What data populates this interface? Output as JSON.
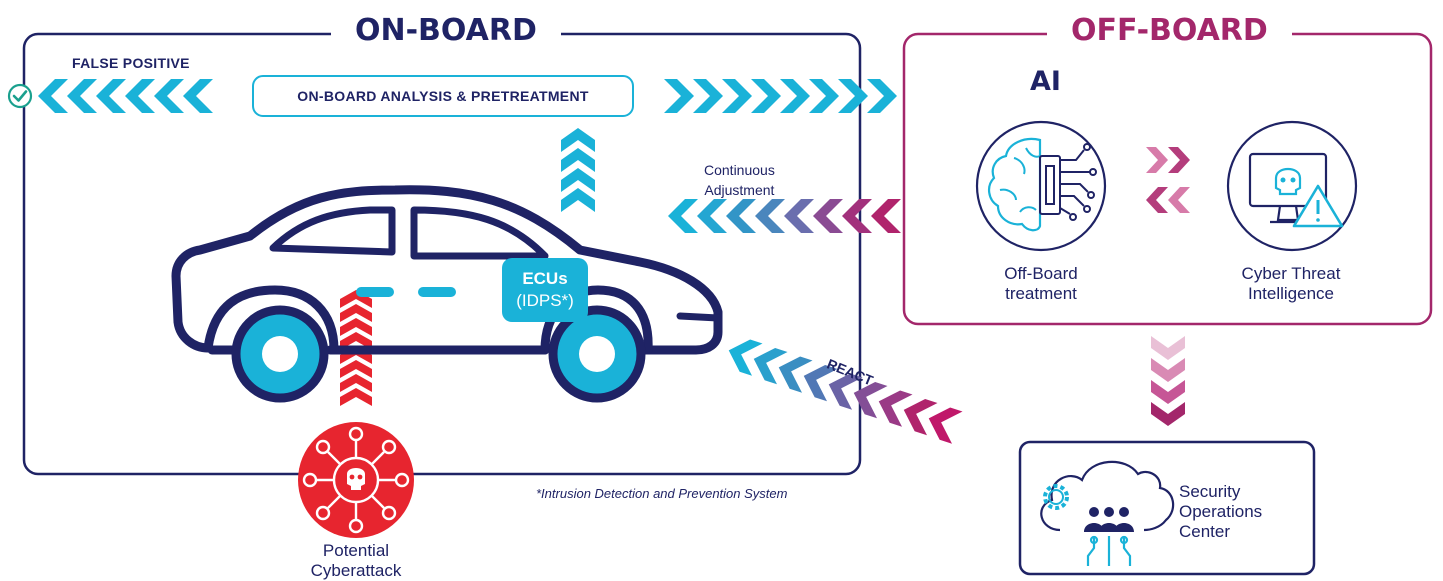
{
  "onboard": {
    "title": "ON-BOARD",
    "false_positive": "FALSE POSITIVE",
    "analysis": "ON-BOARD ANALYSIS & PRETREATMENT",
    "continuous_1": "Continuous",
    "continuous_2": "Adjustment",
    "ecus_1": "ECUs",
    "ecus_2": "(IDPS*)",
    "react": "REACT",
    "footnote": "*Intrusion Detection and Prevention System",
    "attack_1": "Potential",
    "attack_2": "Cyberattack"
  },
  "offboard": {
    "title": "OFF-BOARD",
    "ai": "AI",
    "treatment_1": "Off-Board",
    "treatment_2": "treatment",
    "cti_1": "Cyber Threat",
    "cti_2": "Intelligence"
  },
  "soc": {
    "line_1": "Security",
    "line_2": "Operations",
    "line_3": "Center"
  },
  "colors": {
    "navy": "#1f2365",
    "cyan": "#1ab2d8",
    "magenta": "#a3276b",
    "red": "#e7252f",
    "pink": "#c93f82"
  },
  "icons": [
    "check-icon",
    "car-icon",
    "brain-chip-icon",
    "hacker-monitor-icon",
    "virus-skull-icon",
    "cloud-team-icon",
    "gear-icon"
  ]
}
